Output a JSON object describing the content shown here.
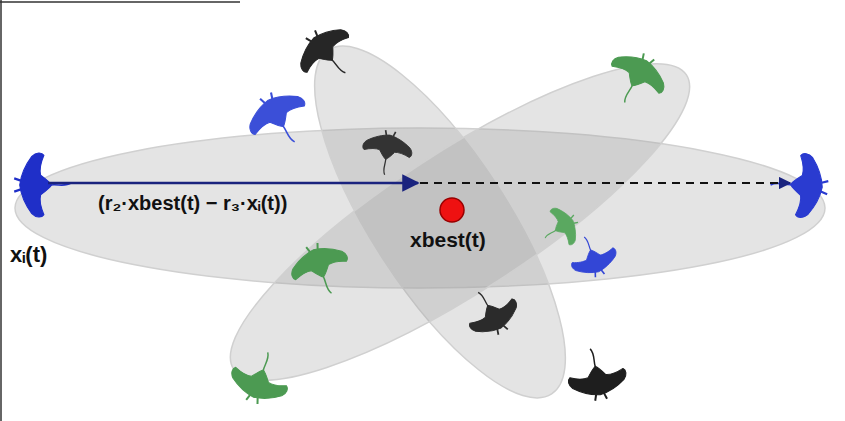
{
  "diagram": {
    "labels": [
      "xᵢ(t)",
      "(r₂·xbest(t) − r₃·xᵢ(t))",
      "xbest(t)"
    ]
  }
}
